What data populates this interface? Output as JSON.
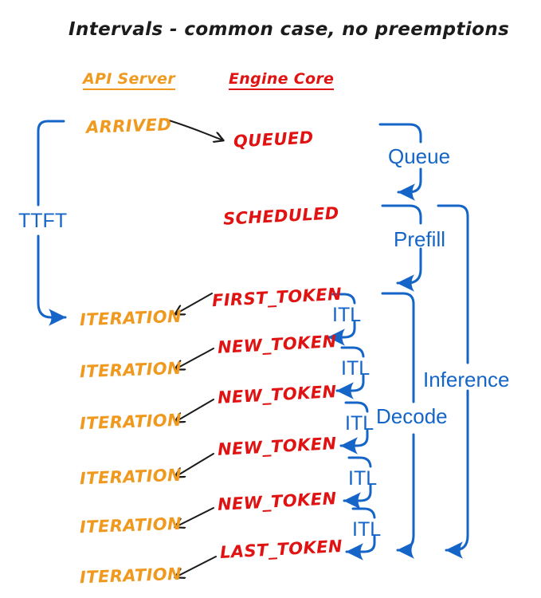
{
  "title": "Intervals - common case, no preemptions",
  "columns": {
    "api_server": "API Server",
    "engine_core": "Engine Core"
  },
  "api_events": [
    {
      "label": "ARRIVED"
    },
    {
      "label": "ITERATION"
    },
    {
      "label": "ITERATION"
    },
    {
      "label": "ITERATION"
    },
    {
      "label": "ITERATION"
    },
    {
      "label": "ITERATION"
    },
    {
      "label": "ITERATION"
    }
  ],
  "engine_events": [
    {
      "label": "QUEUED"
    },
    {
      "label": "SCHEDULED"
    },
    {
      "label": "FIRST_TOKEN"
    },
    {
      "label": "NEW_TOKEN"
    },
    {
      "label": "NEW_TOKEN"
    },
    {
      "label": "NEW_TOKEN"
    },
    {
      "label": "NEW_TOKEN"
    },
    {
      "label": "LAST_TOKEN"
    }
  ],
  "intervals": {
    "ttft": "TTFT",
    "queue": "Queue",
    "prefill": "Prefill",
    "itl": "ITL",
    "decode": "Decode",
    "inference": "Inference"
  },
  "colors": {
    "orange": "#F0991F",
    "red": "#E01212",
    "blue": "#1565C8",
    "black": "#1B1B1B"
  }
}
